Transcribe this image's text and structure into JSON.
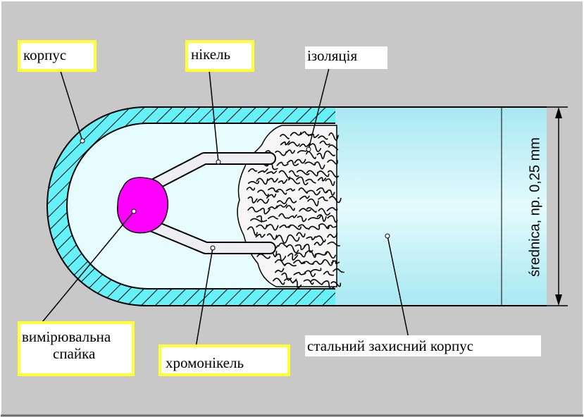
{
  "labels": {
    "korpus": "корпус",
    "nikel": "нікель",
    "izolyatsiya": "ізоляція",
    "vymiryuvalna_spayka_line1": "вимірювальна",
    "vymiryuvalna_spayka_line2": "спайка",
    "khromonikel": "хромонікель",
    "stalnyi_korpus": "стальний захисний корпус",
    "srednica": "średnica, np. 0,25 mm"
  },
  "colors": {
    "background": "#c8c8c8",
    "sheath": "#66f0f8",
    "interior": "#e6fcfe",
    "steel_tube": "#c4f2f8",
    "junction": "#ff00ff",
    "label_border": "#ffff33"
  }
}
